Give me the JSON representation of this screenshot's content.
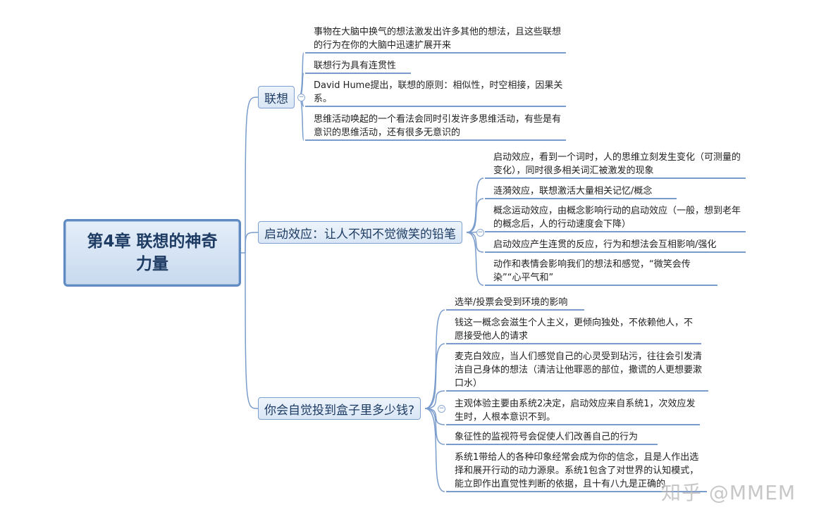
{
  "root": {
    "title": "第4章 联想的神奇力量"
  },
  "branches": [
    {
      "label": "联想",
      "items": [
        "事物在大脑中换气的想法激发出许多其他的想法，且这些联想的行为在你的大脑中迅速扩展开来",
        "联想行为具有连贯性",
        "David Hume提出，联想的原则：相似性，时空相接，因果关系。",
        "思维活动唤起的一个看法会同时引发许多思维活动，有些是有意识的思维活动，还有很多无意识的"
      ]
    },
    {
      "label": "启动效应：让人不知不觉微笑的铅笔",
      "items": [
        "启动效应，看到一个词时，人的思维立刻发生变化（可测量的变化），同时很多相关词汇被激发的现象",
        "涟漪效应，联想激活大量相关记忆/概念",
        "概念运动效应，由概念影响行动的启动效应（一般，想到老年的概念后，人的行动速度会下降）",
        "启动效应产生连贯的反应，行为和想法会互相影响/强化",
        "动作和表情会影响我们的想法和感觉，“微笑会传染”“心平气和”"
      ]
    },
    {
      "label": "你会自觉投到盒子里多少钱?",
      "items": [
        "选举/投票会受到环境的影响",
        "钱这一概念会滋生个人主义，更倾向独处，不依赖他人，不愿接受他人的请求",
        "麦克白效应，当人们感觉自己的心灵受到玷污，往往会引发清洁自己身体的想法（清洁让他罪恶的部位，撒谎的人更想要漱口水）",
        "主观体验主要由系统2决定，启动效应来自系统1，次效应发生时，人根本意识不到。",
        "象征性的监视符号会促使人们改善自己的行为",
        "系统1带给人的各种印象经常会成为你的信念，且是人作出选择和展开行动的动力源泉。系统1包含了对世界的认知模式，能立即作出直觉性判断的依据，且十有八九是正确的"
      ]
    }
  ],
  "watermark": "知乎 @MMEM",
  "colors": {
    "line": "#7a9ccc",
    "root_border": "#5f8ac2",
    "node_fill": "#dbe7f5",
    "text_dark": "#1d3b63"
  }
}
